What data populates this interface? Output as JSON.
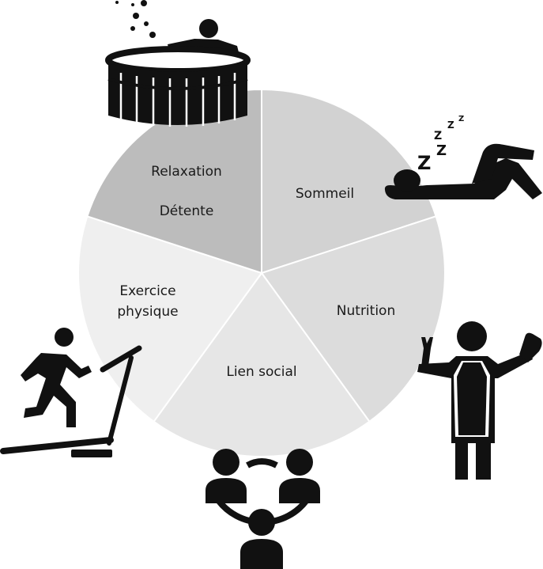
{
  "segments": [
    {
      "id": "sommeil",
      "lines": [
        "Sommeil"
      ],
      "color": "#d2d2d2"
    },
    {
      "id": "nutrition",
      "lines": [
        "Nutrition"
      ],
      "color": "#dcdcdc"
    },
    {
      "id": "lien",
      "lines": [
        "Lien social"
      ],
      "color": "#e6e6e6"
    },
    {
      "id": "exercice",
      "lines": [
        "Exercice",
        "physique"
      ],
      "color": "#efefef"
    },
    {
      "id": "relaxation",
      "lines": [
        "Relaxation",
        "Détente"
      ],
      "color": "#bcbcbc"
    }
  ],
  "icons": {
    "relaxation": "hot-tub-icon",
    "sommeil": "sleeping-person-icon",
    "nutrition": "cook-icon",
    "lien": "social-group-icon",
    "exercice": "treadmill-runner-icon"
  },
  "ink_color": "#111111"
}
